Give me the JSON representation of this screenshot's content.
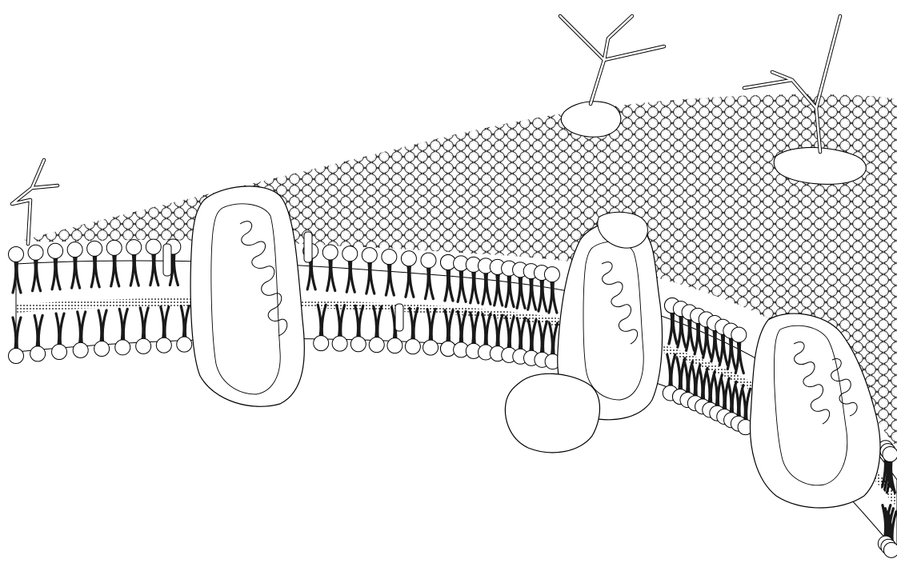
{
  "diagram": {
    "kind": "fluid-mosaic-membrane-illustration",
    "style": "black line art on white, unlabeled",
    "colors": {
      "background": "#ffffff",
      "line": "#000000",
      "tail": "#1a1a1a",
      "head_fill": "#ffffff"
    },
    "components": [
      "lipid-bilayer",
      "phospholipid-heads",
      "hydrophobic-tails",
      "integral-protein",
      "peripheral-protein",
      "glycoprotein",
      "carbohydrate-chain",
      "cholesterol"
    ],
    "labels": []
  }
}
